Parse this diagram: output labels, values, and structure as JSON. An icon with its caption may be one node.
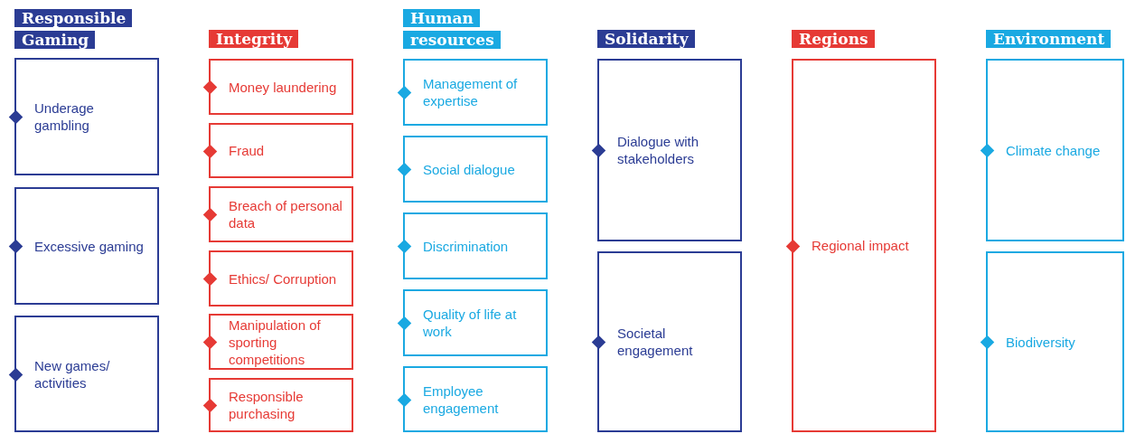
{
  "diagram": {
    "nodes": [
      {
        "text": [
          "Responsible Gaming"
        ]
      },
      {
        "text": [
          "Underage gambling"
        ]
      },
      {
        "text": [
          "Excessive gaming"
        ]
      },
      {
        "text": [
          "New games/ activities"
        ]
      },
      {
        "text": [
          "Integrity"
        ]
      },
      {
        "text": [
          "Money laundering"
        ]
      },
      {
        "text": [
          "Fraud"
        ]
      },
      {
        "text": [
          "Breach of personal data"
        ]
      },
      {
        "text": [
          "Ethics/ Corruption"
        ]
      },
      {
        "text": [
          "Manipulation of sporting competitions"
        ]
      },
      {
        "text": [
          "Responsible purchasing"
        ]
      },
      {
        "text": [
          "Human resources"
        ]
      },
      {
        "text": [
          "Management of expertise"
        ]
      },
      {
        "text": [
          "Social dialogue"
        ]
      },
      {
        "text": [
          "Discrimination"
        ]
      },
      {
        "text": [
          "Quality of life at work"
        ]
      },
      {
        "text": [
          "Employee engagement"
        ]
      },
      {
        "text": [
          "Solidarity"
        ]
      },
      {
        "text": [
          "Dialogue with stakeholders"
        ]
      },
      {
        "text": [
          "Societal engagement"
        ]
      },
      {
        "text": [
          "Regions"
        ]
      },
      {
        "text": [
          "Regional impact"
        ]
      },
      {
        "text": [
          "Environment"
        ]
      },
      {
        "text": [
          "Climate change"
        ]
      },
      {
        "text": [
          "Biodiversity"
        ]
      }
    ]
  }
}
